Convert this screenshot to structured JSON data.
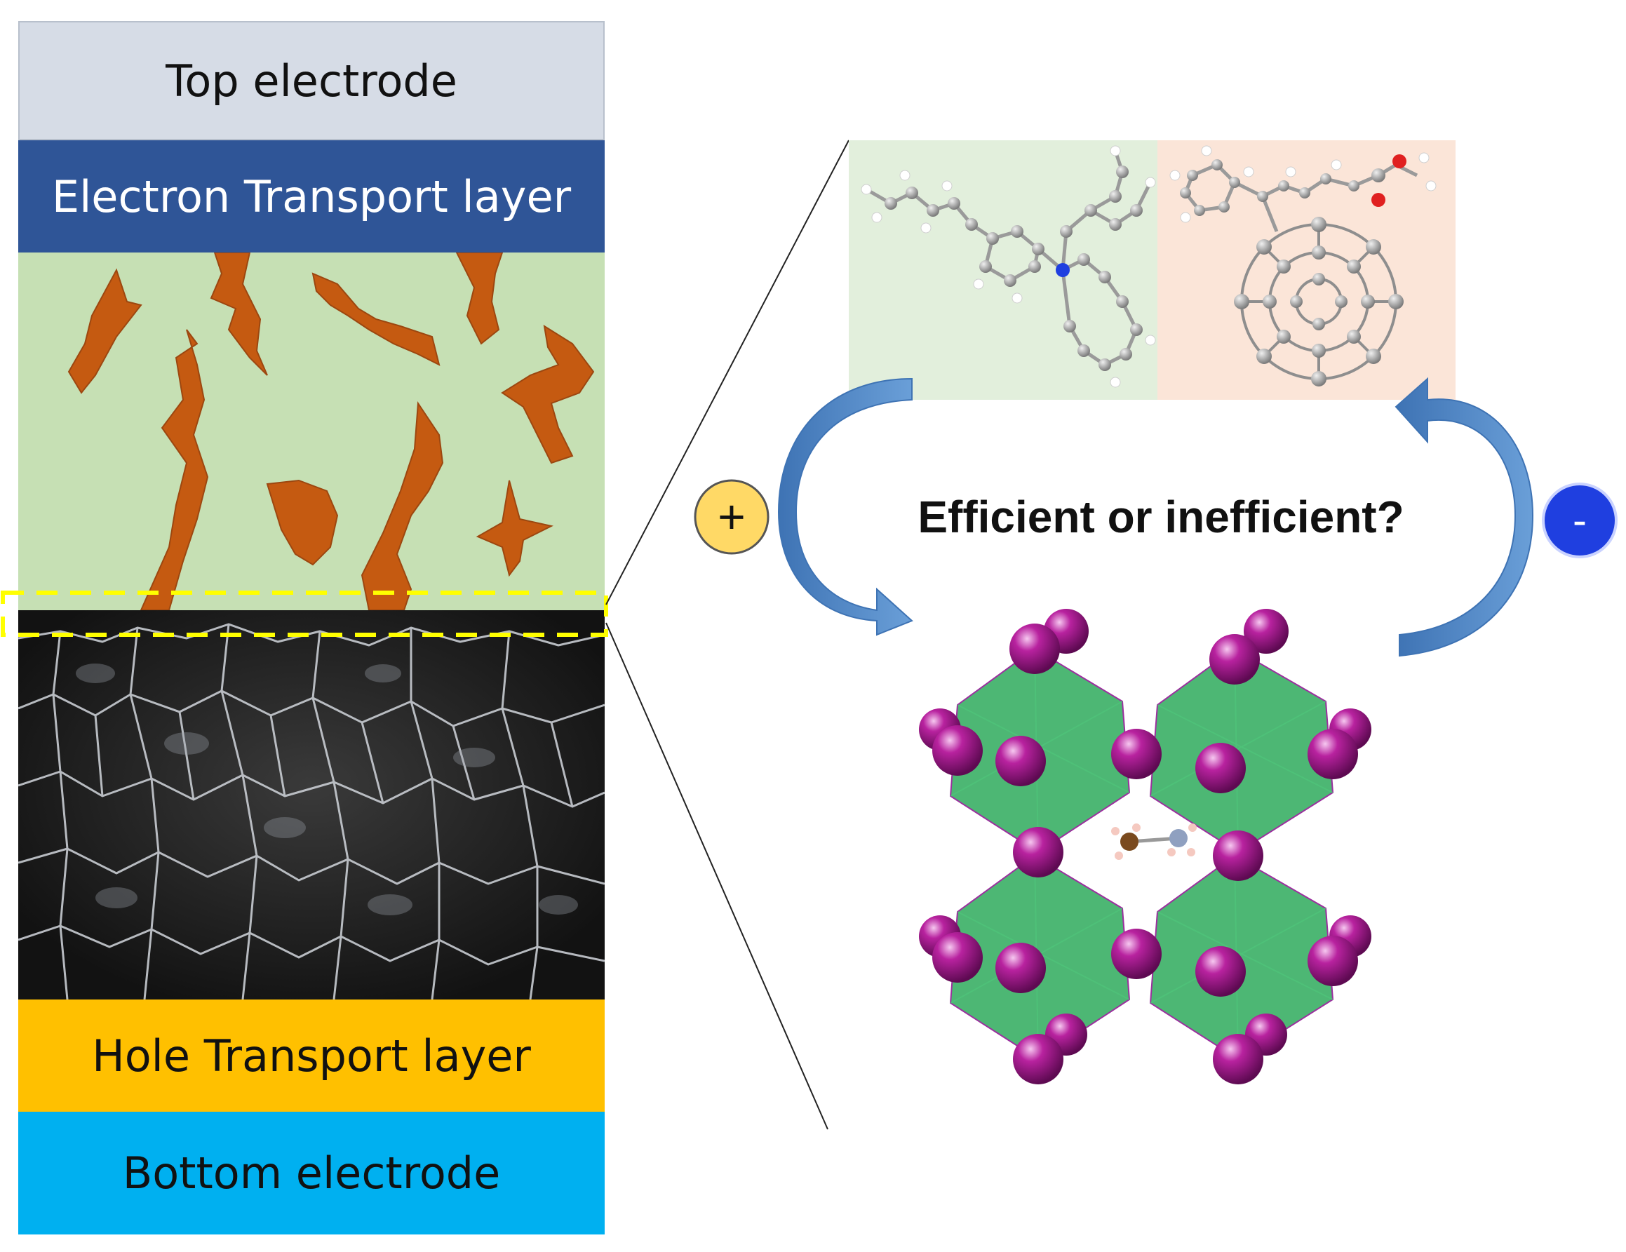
{
  "layers": {
    "top_electrode": "Top electrode",
    "electron_transport": "Electron Transport layer",
    "hole_transport": "Hole Transport layer",
    "bottom_electrode": "Bottom electrode"
  },
  "question": "Efficient or inefficient?",
  "charges": {
    "positive": "+",
    "negative": "-"
  },
  "colors": {
    "top_electrode": "#d6dce6",
    "electron_transport": "#2f5597",
    "blend_background": "#c6e0b4",
    "acceptor_domains": "#c55a11",
    "hole_transport": "#ffc000",
    "bottom_electrode": "#00b0f0",
    "interface_highlight": "#ffff00",
    "arrows": "#4f86c6",
    "positive_charge": "#ffd966",
    "negative_charge": "#1f3fe0",
    "octahedra": "#2eaa5c",
    "halide_atoms": "#a0168e"
  }
}
